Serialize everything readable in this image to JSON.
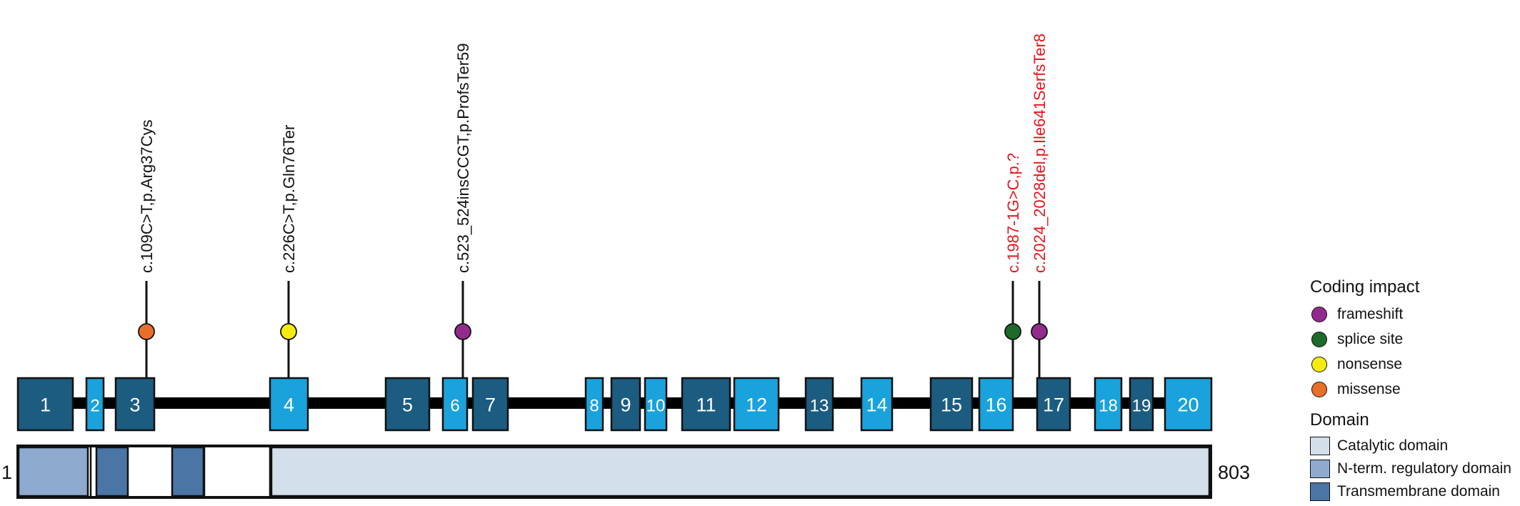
{
  "protein": {
    "start_label": "1",
    "end_label": "803",
    "length": 803
  },
  "exons": [
    {
      "label": "1",
      "color": "dark"
    },
    {
      "label": "2",
      "color": "light"
    },
    {
      "label": "3",
      "color": "dark"
    },
    {
      "label": "4",
      "color": "light"
    },
    {
      "label": "5",
      "color": "dark"
    },
    {
      "label": "6",
      "color": "light"
    },
    {
      "label": "7",
      "color": "dark"
    },
    {
      "label": "8",
      "color": "light"
    },
    {
      "label": "9",
      "color": "dark"
    },
    {
      "label": "10",
      "color": "light"
    },
    {
      "label": "11",
      "color": "dark"
    },
    {
      "label": "12",
      "color": "light"
    },
    {
      "label": "13",
      "color": "dark"
    },
    {
      "label": "14",
      "color": "light"
    },
    {
      "label": "15",
      "color": "dark"
    },
    {
      "label": "16",
      "color": "light"
    },
    {
      "label": "17",
      "color": "dark"
    },
    {
      "label": "18",
      "color": "light"
    },
    {
      "label": "19",
      "color": "dark"
    },
    {
      "label": "20",
      "color": "light"
    }
  ],
  "variants": [
    {
      "label": "c.109C>T,p.Arg37Cys",
      "impact": "missense",
      "exon": "3",
      "label_color": "#111111"
    },
    {
      "label": "c.226C>T,p.Gln76Ter",
      "impact": "nonsense",
      "exon": "4",
      "label_color": "#111111"
    },
    {
      "label": "c.523_524insCCGT,p.ProfsTer59",
      "impact": "frameshift",
      "exon": "6",
      "label_color": "#111111"
    },
    {
      "label": "c.1987-1G>C,p.?",
      "impact": "splice site",
      "exon": "16",
      "label_color": "#e8141e"
    },
    {
      "label": "c.2024_2028del,p.Ile641SerfsTer8",
      "impact": "frameshift",
      "exon": "17",
      "label_color": "#e8141e"
    }
  ],
  "domains": [
    {
      "name": "N-term. regulatory domain",
      "segment": 1
    },
    {
      "name": "Transmembrane domain",
      "segment": 2
    },
    {
      "name": "Transmembrane domain",
      "segment": 3
    },
    {
      "name": "Catalytic domain",
      "segment": 4
    }
  ],
  "legend": {
    "impact_title": "Coding impact",
    "impacts": [
      {
        "label": "frameshift",
        "color": "#932b8f"
      },
      {
        "label": "splice site",
        "color": "#1d6a2b"
      },
      {
        "label": "nonsense",
        "color": "#f5ec0f"
      },
      {
        "label": "missense",
        "color": "#e86f2a"
      }
    ],
    "domain_title": "Domain",
    "domains": [
      {
        "label": "Catalytic domain",
        "color": "#d3dfea"
      },
      {
        "label": "N-term. regulatory domain",
        "color": "#8eabcf"
      },
      {
        "label": "Transmembrane domain",
        "color": "#4a75a5"
      }
    ]
  },
  "colors": {
    "exon_dark": "#1c5c80",
    "exon_light": "#1aa2dc",
    "backbone": "#000000",
    "catalytic": "#d3dfea",
    "regulatory": "#8eabcf",
    "transmembrane": "#4a75a5"
  }
}
